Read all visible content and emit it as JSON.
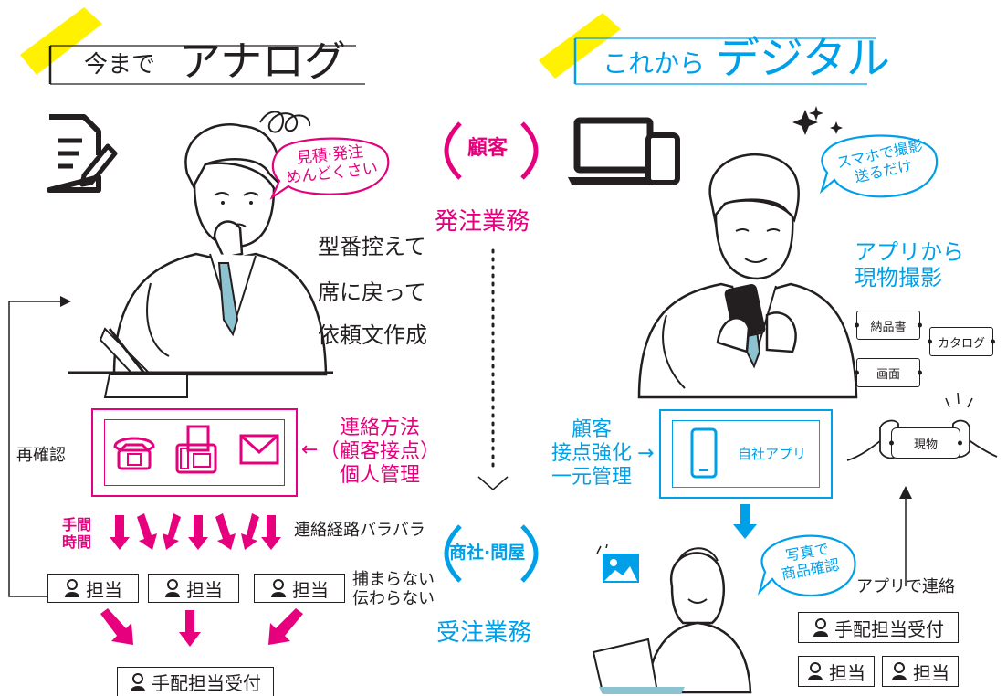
{
  "left": {
    "heading_prefix": "今まで",
    "heading_main": "アナログ",
    "bubble": "見積·発注\nめんどくさい",
    "steps": [
      "型番控えて",
      "席に戻って",
      "依頼文作成"
    ],
    "contact_label": "連絡方法\n（顧客接点）\n個人管理",
    "recheck": "再確認",
    "effort": "手間\n時間",
    "route_note": "連絡経路バラバラ",
    "unreachable_note": "捕まらない\n伝わらない",
    "staff": [
      "担当",
      "担当",
      "担当"
    ],
    "receiver": "手配担当受付"
  },
  "center": {
    "customer_badge": "顧客",
    "order_task": "発注業務",
    "trader_badge": "商社·問屋",
    "receive_task": "受注業務"
  },
  "right": {
    "heading_prefix": "これから",
    "heading_main": "デジタル",
    "bubble": "スマホで撮影\n送るだけ",
    "app_capture": "アプリから\n現物撮影",
    "tags": [
      "納品書",
      "カタログ",
      "画面",
      "現物"
    ],
    "touchpoint_label": "顧客\n接点強化\n一元管理",
    "app_name": "自社アプリ",
    "photo_bubble": "写真で\n商品確認",
    "app_contact": "アプリで連絡",
    "receiver": "手配担当受付",
    "staff": [
      "担当",
      "担当"
    ]
  },
  "colors": {
    "pink": "#e6007e",
    "cyan": "#00a0e9",
    "yellow": "#fff100",
    "tie": "#8dc3d0"
  }
}
